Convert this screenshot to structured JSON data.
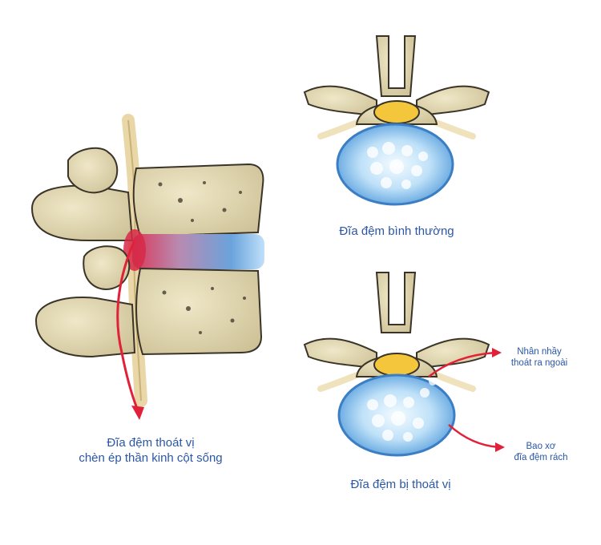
{
  "labels": {
    "herniated_spine_line1": "Đĩa đệm thoát vị",
    "herniated_spine_line2": "chèn ép thần kinh cột sống",
    "normal_disc": "Đĩa đệm bình thường",
    "herniated_disc": "Đĩa đệm bị thoát vị",
    "nucleus_line1": "Nhân nhầy",
    "nucleus_line2": "thoát ra ngoài",
    "annulus_line1": "Bao xơ",
    "annulus_line2": "đĩa đệm rách"
  },
  "colors": {
    "bone": "#e3d9b4",
    "bone_dark": "#b9ad83",
    "outline": "#3a3428",
    "disc_outer": "#4f95d8",
    "disc_inner": "#d5ecfb",
    "nucleus_bubble": "#f4fbff",
    "spinal_cord": "#f3c63b",
    "nerve": "#efe2bc",
    "arrow": "#e1213a",
    "text": "#2b57a6"
  }
}
